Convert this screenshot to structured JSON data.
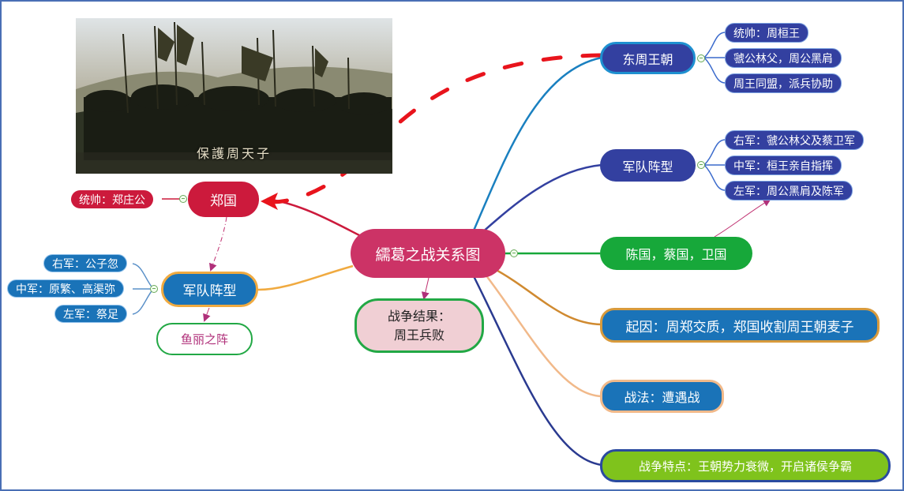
{
  "center": "繻葛之战关系图",
  "right_branches": {
    "zhou": {
      "label": "东周王朝",
      "items": [
        "统帅：周桓王",
        "虢公林父，周公黑肩",
        "周王同盟，派兵协助"
      ]
    },
    "formation": {
      "label": "军队阵型",
      "items": [
        "右军：虢公林父及蔡卫军",
        "中军：桓王亲自指挥",
        "左军：周公黑肩及陈军"
      ]
    },
    "allies": "陈国，蔡国，卫国",
    "cause": "起因：周郑交质，郑国收割周王朝麦子",
    "tactic": "战法：遭遇战",
    "feature": "战争特点：王朝势力衰微，开启诸侯争霸"
  },
  "left_branches": {
    "zheng": {
      "label": "郑国",
      "commander": "统帅：郑庄公"
    },
    "formation": {
      "label": "军队阵型",
      "items": [
        "右军：公子忽",
        "中军：原繁、高渠弥",
        "左军：祭足"
      ]
    },
    "formation_name": "鱼丽之阵"
  },
  "result": {
    "line1": "战争结果：",
    "line2": "周王兵败"
  },
  "photo": {
    "caption": "保護周天子"
  },
  "colors": {
    "center": "#cc3366",
    "navy": "#3340a0",
    "blue": "#1a73b8",
    "green": "#17a83a",
    "red": "#cc1a3c",
    "lime": "#7fc31c",
    "dash_red": "#e8141c"
  }
}
